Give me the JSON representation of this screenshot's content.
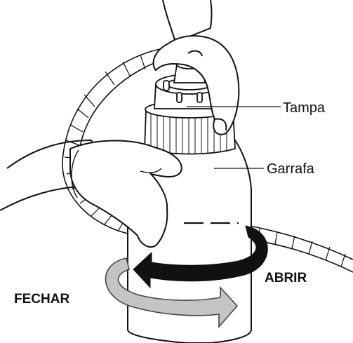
{
  "labels": {
    "lid": "Tampa",
    "bottle": "Garrafa",
    "open": "ABRIR",
    "close": "FECHAR"
  },
  "colors": {
    "ink": "#111111",
    "open_arrow": "#111111",
    "close_arrow": "#bfbfbf",
    "background": "#ffffff"
  }
}
